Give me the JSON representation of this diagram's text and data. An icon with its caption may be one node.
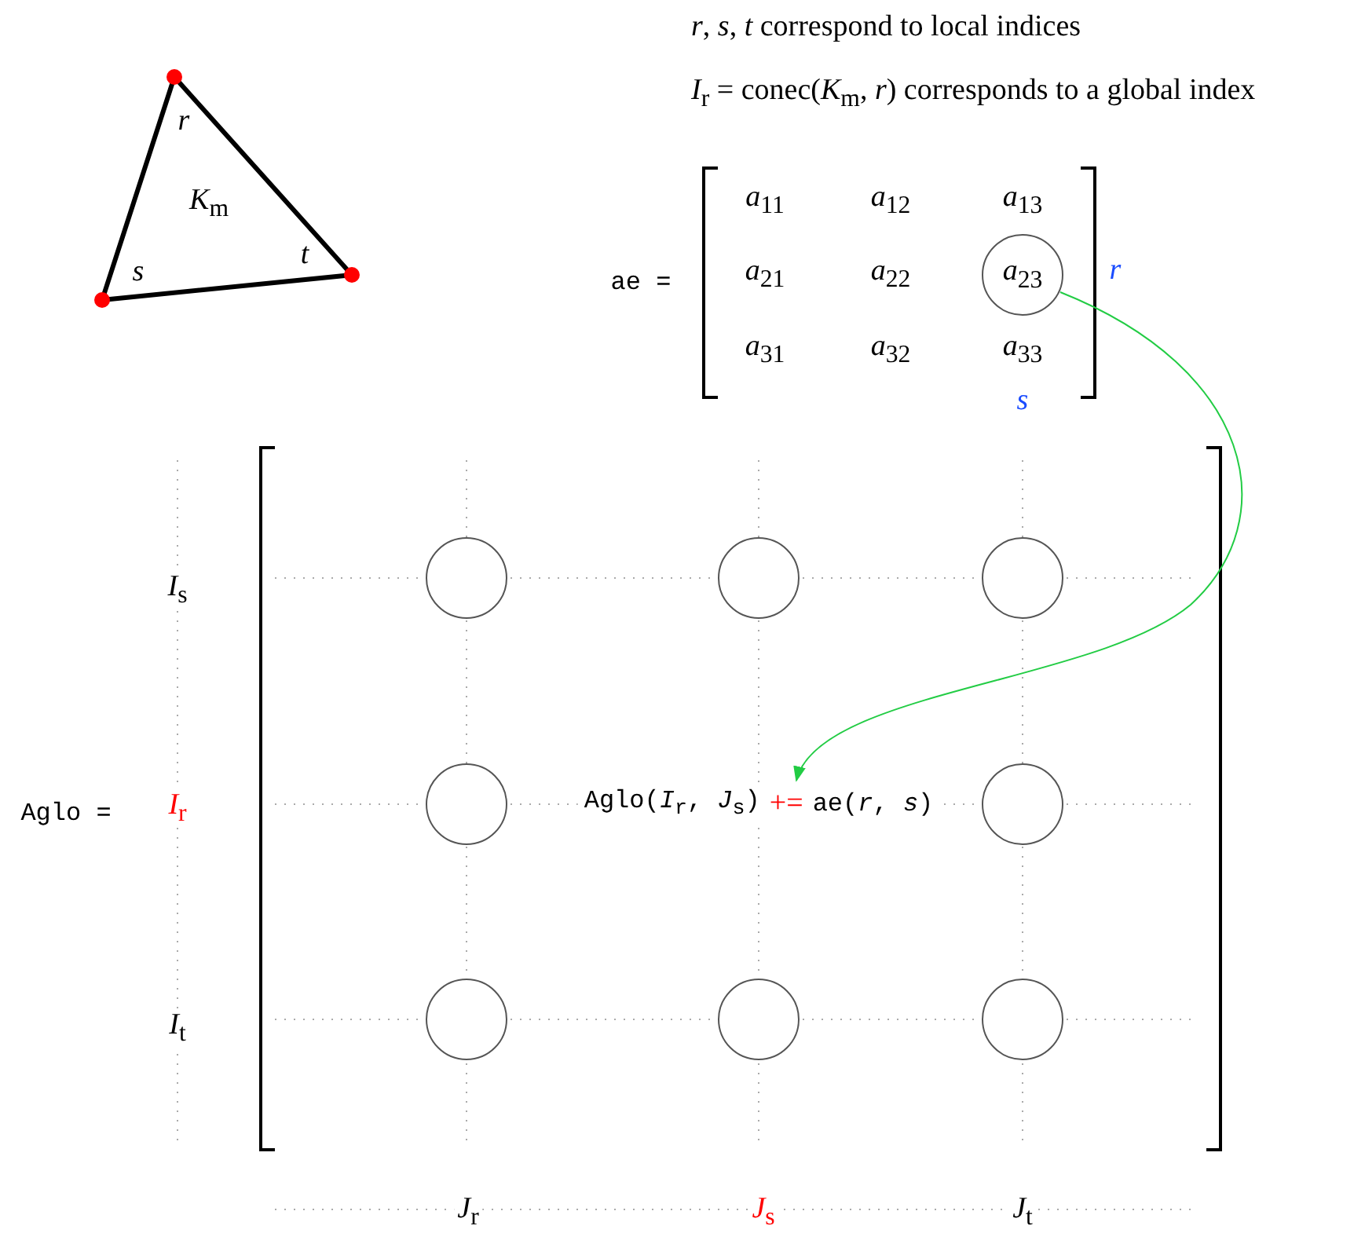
{
  "diagram": {
    "nodes": [
      {
        "text": [
          "*a*$_{23}$"
        ]
      },
      {
        "text": [],
        "shape": "circle"
      },
      {
        "text": [],
        "shape": "circle"
      },
      {
        "text": [],
        "shape": "circle"
      },
      {
        "text": [],
        "shape": "circle"
      },
      {
        "text": [
          "Aglo(*I*$_{r}$, *J*$_{s}$)",
          "+=",
          "ae(*r*, *s*)"
        ]
      },
      {
        "text": [],
        "shape": "circle"
      },
      {
        "text": [],
        "shape": "circle"
      },
      {
        "text": [],
        "shape": "circle"
      },
      {
        "text": [],
        "shape": "circle"
      }
    ],
    "edges": [
      {
        "from": 0,
        "to": 5,
        "arrow": "to"
      }
    ],
    "labels": [
      "*r*, *s*, *t* correspond to local indices",
      "*I*$_{r}$ = conec(*K*$_{m}$, *r*) corresponds to a global index",
      "r",
      "*K*$_{m}$",
      "t",
      "s",
      "ae =",
      "*a*$_{11}$",
      "*a*$_{12}$",
      "*a*$_{13}$",
      "*a*$_{21}$",
      "*a*$_{22}$",
      "r",
      "*a*$_{31}$",
      "*a*$_{32}$",
      "*a*$_{33}$",
      "s",
      "*I*$_{s}$",
      "Aglo =",
      "*I*$_{r}$",
      "*I*$_{t}$",
      "*J*$_{r}$",
      "*J*$_{s}$",
      "*J*$_{t}$"
    ]
  }
}
